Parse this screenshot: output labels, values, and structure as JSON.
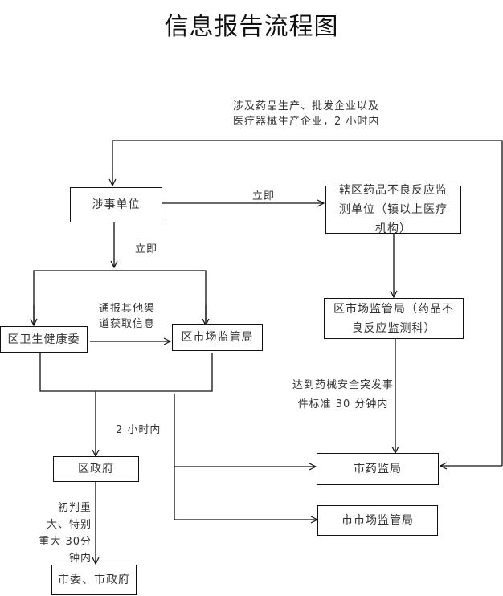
{
  "title": "信息报告流程图",
  "nodes": {
    "involved_unit": "涉事单位",
    "adr_monitoring_unit": "辖区药品不良反应监测单位（镇以上医疗机构）",
    "district_health_commission": "区卫生健康委",
    "district_market_bureau": "区市场监管局",
    "district_market_bureau_adr": "区市场监管局（药品不良反应监测科）",
    "district_government": "区政府",
    "city_drug_admin": "市药监局",
    "city_market_bureau": "市市场监管局",
    "city_committee_government": "市委、市政府"
  },
  "labels": {
    "pharma_enterprises": "涉及药品生产、批发企业以及医疗器械生产企业，2 小时内",
    "immediate_top": "立即",
    "immediate_down": "立即",
    "notify_other_channels": "通报其他渠道获取信息",
    "reach_emergency_standard": "达到药械安全突发事件标准 30 分钟内",
    "two_hours": "2 小时内",
    "major_incident": "初判重大、特别重大 30分钟内"
  }
}
